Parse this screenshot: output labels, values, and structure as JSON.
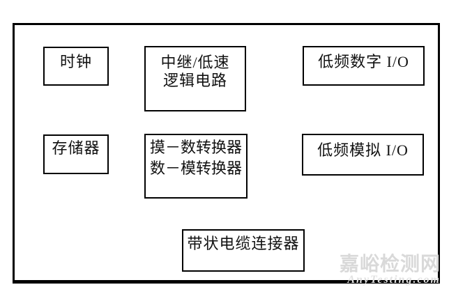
{
  "page": {
    "background_color": "#ffffff",
    "frame_border_color": "#000000",
    "text_color": "#111111"
  },
  "diagram": {
    "boxes": {
      "clock": {
        "label": "时钟"
      },
      "relay_logic": {
        "line1": "中继/低速",
        "line2": "逻辑电路"
      },
      "digital_io": {
        "label": "低频数字 I/O"
      },
      "memory": {
        "label": "存储器"
      },
      "converters": {
        "line1": "摸－数转换器",
        "line2": "数－模转换器"
      },
      "analog_io": {
        "label": "低频模拟 I/O"
      },
      "ribbon_connector": {
        "label": "带状电缆连接器"
      }
    }
  },
  "watermark": {
    "site_name_cn": "嘉峪检测网",
    "site_name_en": "AnyTesting.com",
    "color_cn": "#d9d9d9",
    "color_en": "#e2e2e2"
  }
}
